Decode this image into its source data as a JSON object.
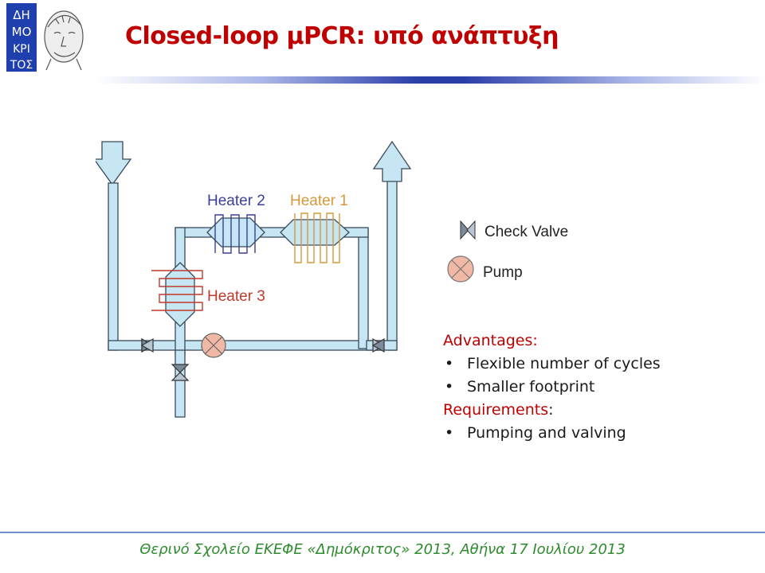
{
  "title": "Closed-loop μPCR: υπό ανάπτυξη",
  "logo": {
    "letters": [
      "ΔΗ",
      "ΜΟ",
      "ΚΡΙ",
      "ΤΟΣ"
    ]
  },
  "diagram": {
    "labels": {
      "heater2": "Heater 2",
      "heater1": "Heater 1",
      "heater3": "Heater 3"
    },
    "colors": {
      "channel_fill": "#c6e6f4",
      "channel_stroke": "#3a4a5a",
      "heater1": "#d79a3a",
      "heater2": "#3b3f9c",
      "heater3": "#c0392b",
      "pump": "#f1b9a5"
    }
  },
  "legend": {
    "check_valve": "Check Valve",
    "pump": "Pump"
  },
  "notes": {
    "advantages_label": "Advantages:",
    "advantages": [
      "Flexible number of cycles",
      "Smaller footprint"
    ],
    "requirements_label": "Requirements",
    "requirements_colon": ":",
    "requirements": [
      "Pumping and valving"
    ]
  },
  "footer": "Θερινό Σχολείο ΕΚΕΦΕ «Δημόκριτος» 2013, Αθήνα 17 Ιουλίου 2013"
}
